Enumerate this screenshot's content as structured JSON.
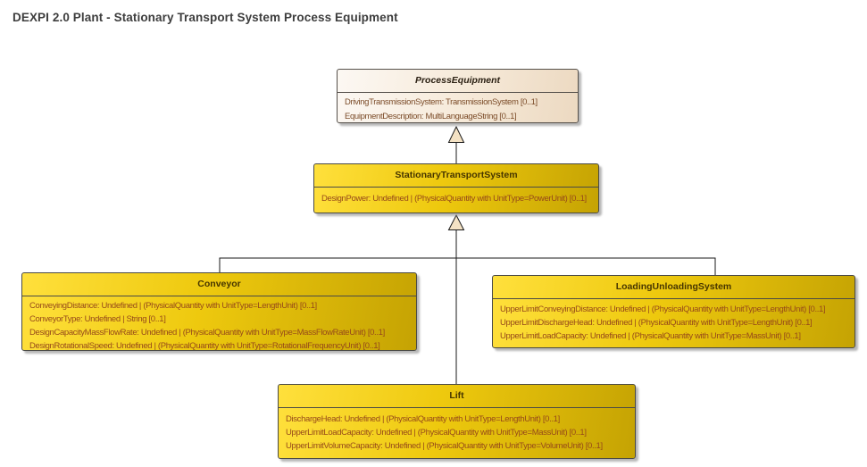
{
  "diagram": {
    "title": "DEXPI 2.0 Plant - Stationary Transport System Process Equipment",
    "type": "uml-class-diagram"
  },
  "colors": {
    "background": "#ffffff",
    "title_text": "#3d3d3d",
    "class_yellow_light": "#ffe03c",
    "class_yellow_dark": "#c5a303",
    "class_cream_light": "#fcf8f3",
    "class_cream_dark": "#ecd9c1",
    "class_title_text_yellow": "#473600",
    "attribute_text_yellow": "#96491a",
    "class_title_text_cream": "#2b2013",
    "attribute_text_cream": "#7b4b28",
    "connector_line": "#1a1a1a",
    "generalization_arrowhead_fill": "#f4e2c4",
    "box_border": "#4a4a46"
  },
  "classes": [
    {
      "name": "ProcessEquipment",
      "style": "cream-italic",
      "attributes": [
        "DrivingTransmissionSystem: TransmissionSystem [0..1]",
        "EquipmentDescription: MultiLanguageString [0..1]"
      ]
    },
    {
      "name": "StationaryTransportSystem",
      "style": "yellow",
      "attributes": [
        "DesignPower: Undefined | (PhysicalQuantity with UnitType=PowerUnit) [0..1]"
      ]
    },
    {
      "name": "Conveyor",
      "style": "yellow",
      "attributes": [
        "ConveyingDistance: Undefined | (PhysicalQuantity with UnitType=LengthUnit) [0..1]",
        "ConveyorType: Undefined | String [0..1]",
        "DesignCapacityMassFlowRate: Undefined | (PhysicalQuantity with UnitType=MassFlowRateUnit) [0..1]",
        "DesignRotationalSpeed: Undefined | (PhysicalQuantity with UnitType=RotationalFrequencyUnit) [0..1]"
      ]
    },
    {
      "name": "LoadingUnloadingSystem",
      "style": "yellow",
      "attributes": [
        "UpperLimitConveyingDistance: Undefined | (PhysicalQuantity with UnitType=LengthUnit) [0..1]",
        "UpperLimitDischargeHead: Undefined | (PhysicalQuantity with UnitType=LengthUnit) [0..1]",
        "UpperLimitLoadCapacity: Undefined | (PhysicalQuantity with UnitType=MassUnit) [0..1]"
      ]
    },
    {
      "name": "Lift",
      "style": "yellow",
      "attributes": [
        "DischargeHead: Undefined | (PhysicalQuantity with UnitType=LengthUnit) [0..1]",
        "UpperLimitLoadCapacity: Undefined | (PhysicalQuantity with UnitType=MassUnit) [0..1]",
        "UpperLimitVolumeCapacity: Undefined | (PhysicalQuantity with UnitType=VolumeUnit) [0..1]"
      ]
    }
  ],
  "relationships": [
    {
      "type": "generalization",
      "from": "StationaryTransportSystem",
      "to": "ProcessEquipment"
    },
    {
      "type": "generalization",
      "from": "Conveyor",
      "to": "StationaryTransportSystem"
    },
    {
      "type": "generalization",
      "from": "LoadingUnloadingSystem",
      "to": "StationaryTransportSystem"
    },
    {
      "type": "generalization",
      "from": "Lift",
      "to": "StationaryTransportSystem"
    }
  ]
}
